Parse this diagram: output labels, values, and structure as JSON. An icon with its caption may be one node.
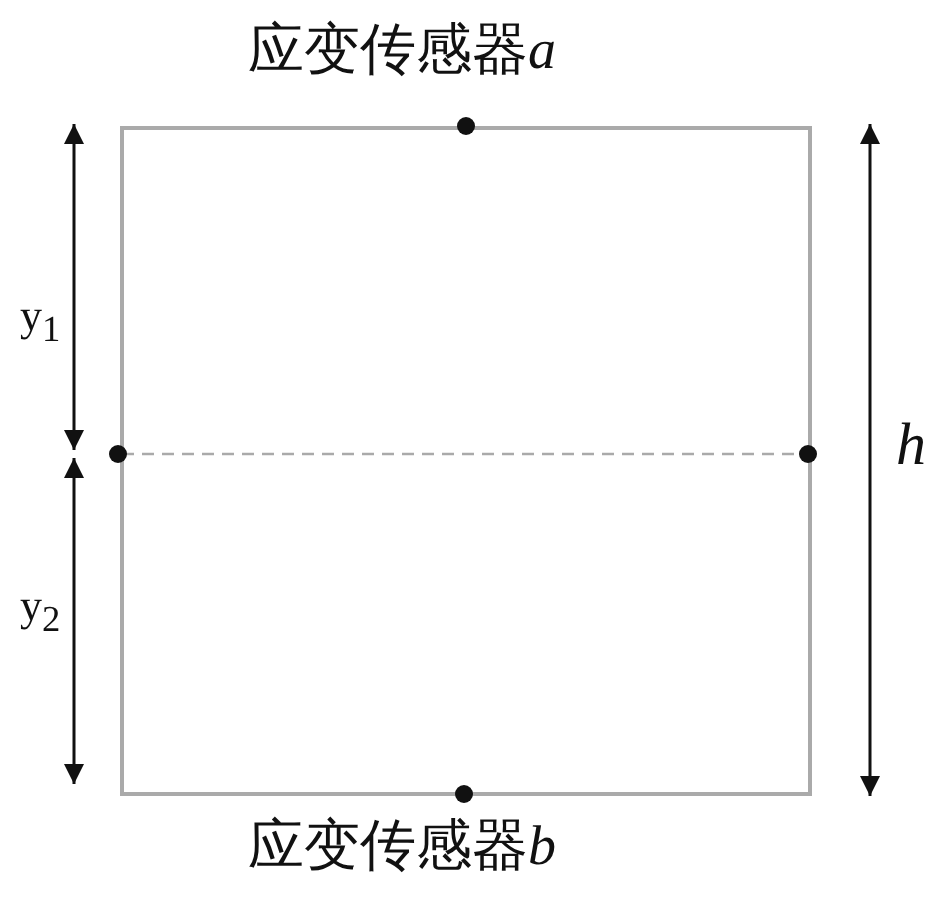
{
  "diagram": {
    "labels": [
      "应变传感器a",
      "y$_{1}$",
      "h",
      "y$_{2}$",
      "应变传感器b"
    ]
  }
}
